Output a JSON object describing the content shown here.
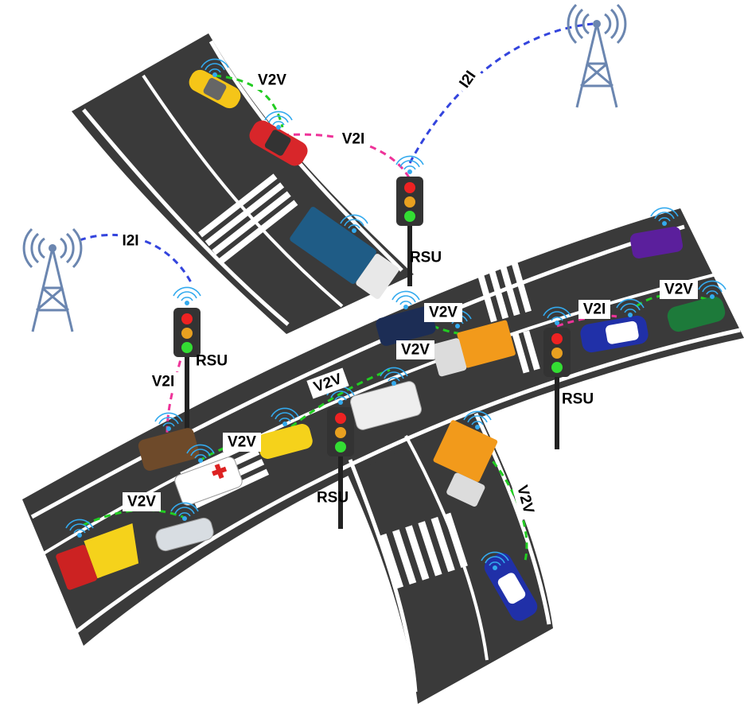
{
  "colors": {
    "road": "#3a3a3a",
    "lane_marking": "#ffffff",
    "v2v_link": "#22cc22",
    "v2i_link": "#ee3399",
    "i2i_link": "#3344dd",
    "tower": "#6b86b0",
    "signal_wave": "#33aaee"
  },
  "icons": {
    "tower": "cell-tower-icon",
    "traffic_light": "traffic-light-icon",
    "vehicle": "car-icon",
    "signal": "wifi-signal-icon"
  },
  "labels": {
    "v2v_top": "V2V",
    "v2i_top": "V2I",
    "i2i_right": "I2I",
    "i2i_left": "I2I",
    "rsu_top": "RSU",
    "rsu_left": "RSU",
    "v2i_left": "V2I",
    "v2v_mid1": "V2V",
    "v2v_mid2": "V2V",
    "v2v_diag": "V2V",
    "v2v_amb": "V2V",
    "v2v_bottom_left": "V2V",
    "rsu_mid": "RSU",
    "v2i_right": "V2I",
    "v2v_right": "V2V",
    "rsu_right": "RSU",
    "v2v_bottom_right": "V2V"
  }
}
